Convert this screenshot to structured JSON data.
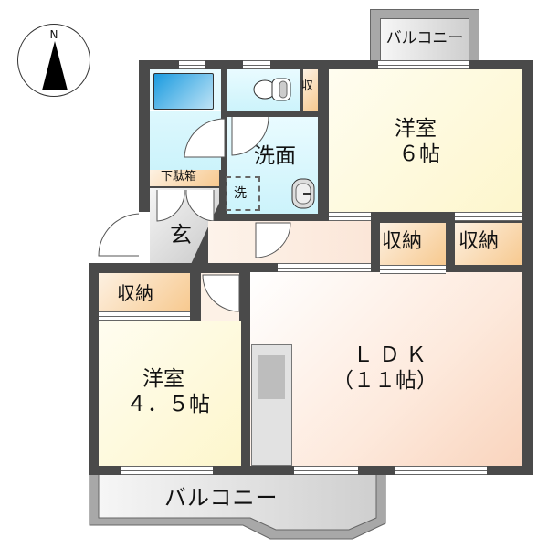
{
  "compass": {
    "north_label": "N",
    "icon": "north-arrow-icon"
  },
  "balconies": {
    "top": {
      "label": "バルコニー"
    },
    "bottom": {
      "label": "バルコニー"
    }
  },
  "rooms": {
    "western_6": {
      "name": "洋室",
      "size": "６帖"
    },
    "western_45": {
      "name": "洋室",
      "size": "４．５帖"
    },
    "ldk": {
      "name": "ＬＤＫ",
      "size": "（１１帖）"
    },
    "washroom": {
      "name": "洗面"
    },
    "entrance": {
      "name": "玄"
    },
    "shoe_box": {
      "name": "下駄箱"
    },
    "washer": {
      "name": "洗"
    },
    "toilet_storage": {
      "name": "収"
    },
    "storage_a": {
      "name": "収納"
    },
    "storage_b": {
      "name": "収納"
    },
    "storage_c": {
      "name": "収納"
    }
  },
  "colors": {
    "wall": "#4a4a4a",
    "western_room": "#fdf6cc",
    "ldk": "#fde9dc",
    "storage": "#f7c98f",
    "wet_area": "#ccf3fb",
    "balcony": "#cfcfcf"
  }
}
